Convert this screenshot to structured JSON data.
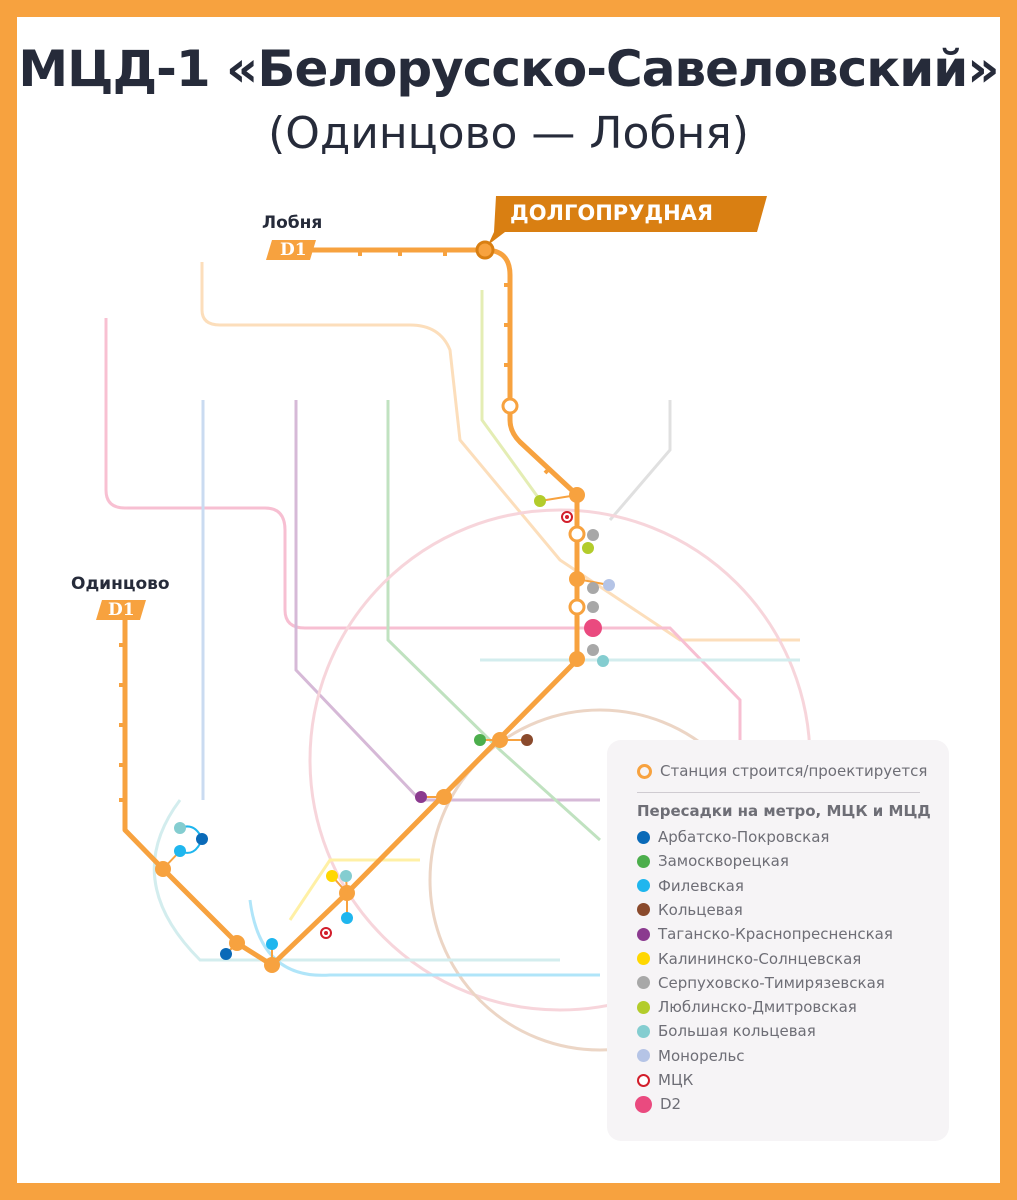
{
  "title": "МЦД-1 «Белорусско-Савеловский»",
  "subtitle": "(Одинцово — Лобня)",
  "stations": {
    "north_end": "Лобня",
    "south_end": "Одинцово",
    "badge": "D1",
    "highlight": "ДОЛГОПРУДНАЯ"
  },
  "colors": {
    "line": "#F7A23F",
    "highlight": "#D97F12",
    "frame": "#F7A23F"
  },
  "legend": {
    "construction": "Станция строится/проектируется",
    "header": "Пересадки на метро, МЦК и МЦД",
    "items": [
      {
        "label": "Арбатско-Покровская",
        "color": "#0a6ab8"
      },
      {
        "label": "Замоскворецкая",
        "color": "#4cae4c"
      },
      {
        "label": "Филевская",
        "color": "#1fb6ee"
      },
      {
        "label": "Кольцевая",
        "color": "#8a4a2c"
      },
      {
        "label": "Таганско-Краснопресненская",
        "color": "#8b3a8f"
      },
      {
        "label": "Калининско-Солнцевская",
        "color": "#ffd700"
      },
      {
        "label": "Серпуховско-Тимирязевская",
        "color": "#a8a8a8"
      },
      {
        "label": "Люблинско-Дмитровская",
        "color": "#b3cc2b"
      },
      {
        "label": "Большая кольцевая",
        "color": "#84cdd0"
      },
      {
        "label": "Монорельс",
        "color": "#b5c4e6"
      },
      {
        "label": "МЦК",
        "color": "#d21e2b"
      },
      {
        "label": "D2",
        "color": "#ea4a7f"
      }
    ]
  }
}
